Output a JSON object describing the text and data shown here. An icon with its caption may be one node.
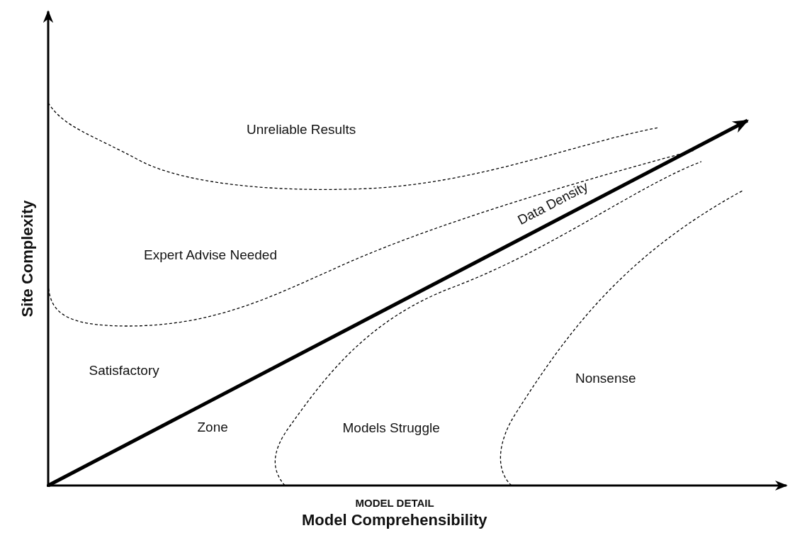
{
  "diagram": {
    "labels": [
      "Unreliable Results",
      "Data Density",
      "Expert Advise Needed",
      "Site Complexity",
      "Satisfactory",
      "Nonsense",
      "Models Struggle",
      "Zone",
      "MODEL DETAIL",
      "Model Comprehensibility"
    ]
  }
}
